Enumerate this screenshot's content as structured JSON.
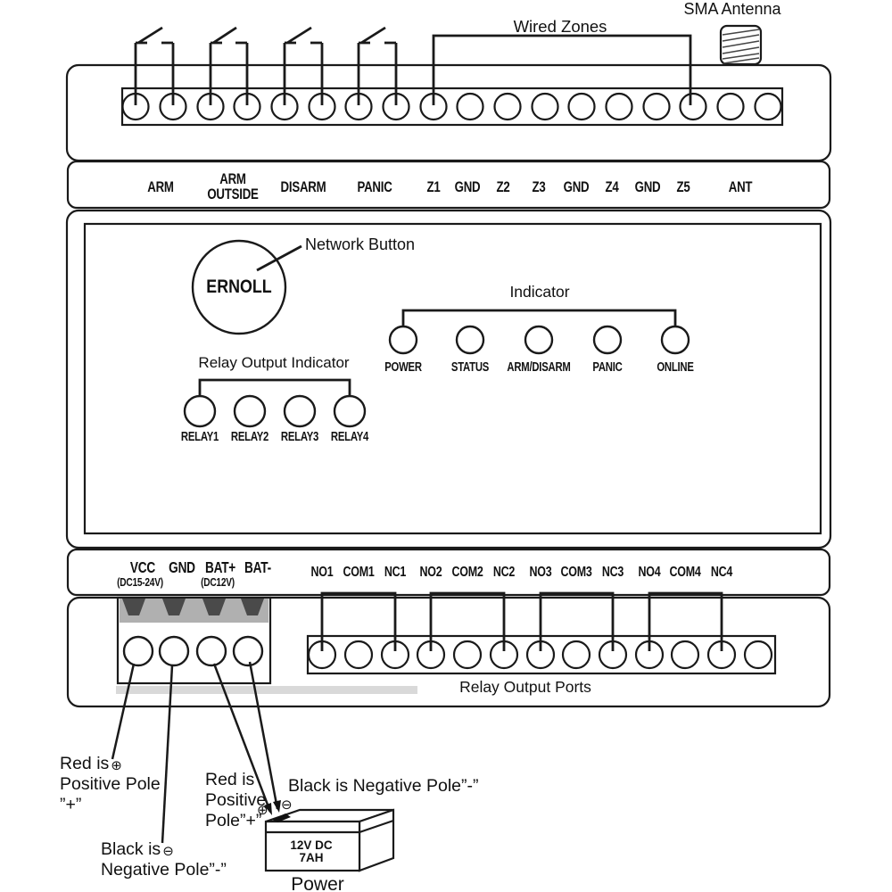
{
  "colors": {
    "line": "#1a1a1a",
    "connector_gray": "#b0b0b0",
    "connector_dark": "#4a4a4a",
    "shadow_gray": "#d9d9d9"
  },
  "top": {
    "antenna_label": "SMA Antenna",
    "wired_zones_label": "Wired Zones"
  },
  "terminal_row": {
    "arm": "ARM",
    "arm_outside_line1": "ARM",
    "arm_outside_line2": "OUTSIDE",
    "disarm": "DISARM",
    "panic": "PANIC",
    "z1": "Z1",
    "gnd_a": "GND",
    "z2": "Z2",
    "z3": "Z3",
    "gnd_b": "GND",
    "z4": "Z4",
    "gnd_c": "GND",
    "z5": "Z5",
    "ant": "ANT"
  },
  "panel": {
    "enroll_button_label": "ERNOLL",
    "network_button_label": "Network Button",
    "indicator_title": "Indicator",
    "indicator_labels": [
      "POWER",
      "STATUS",
      "ARM/DISARM",
      "PANIC",
      "ONLINE"
    ],
    "relay_indicator_title": "Relay Output Indicator",
    "relay_indicator_labels": [
      "RELAY1",
      "RELAY2",
      "RELAY3",
      "RELAY4"
    ]
  },
  "power_terminals": {
    "vcc": "VCC",
    "vcc_sub": "(DC15-24V)",
    "gnd": "GND",
    "bat_plus": "BAT+",
    "bat_plus_sub": "(DC12V)",
    "bat_minus": "BAT-"
  },
  "relay_ports": {
    "labels": [
      "NO1",
      "COM1",
      "NC1",
      "NO2",
      "COM2",
      "NC2",
      "NO3",
      "COM3",
      "NC3",
      "NO4",
      "COM4",
      "NC4"
    ],
    "caption": "Relay Output Ports"
  },
  "notes": {
    "vcc_note": {
      "line1": "Red is",
      "line2": "Positive Pole",
      "line3": "”+”"
    },
    "gnd_note": {
      "line1": "Black is",
      "line2": "Negative Pole”-”"
    },
    "bat_plus_note": {
      "line1": "Red is",
      "line2": "Positive",
      "line3": "Pole”+”"
    },
    "bat_minus_note": "Black is Negative Pole”-”",
    "plus_symbol": "⊕",
    "minus_symbol": "⊖"
  },
  "battery": {
    "line1": "12V DC",
    "line2": "7AH",
    "caption": "Power"
  }
}
